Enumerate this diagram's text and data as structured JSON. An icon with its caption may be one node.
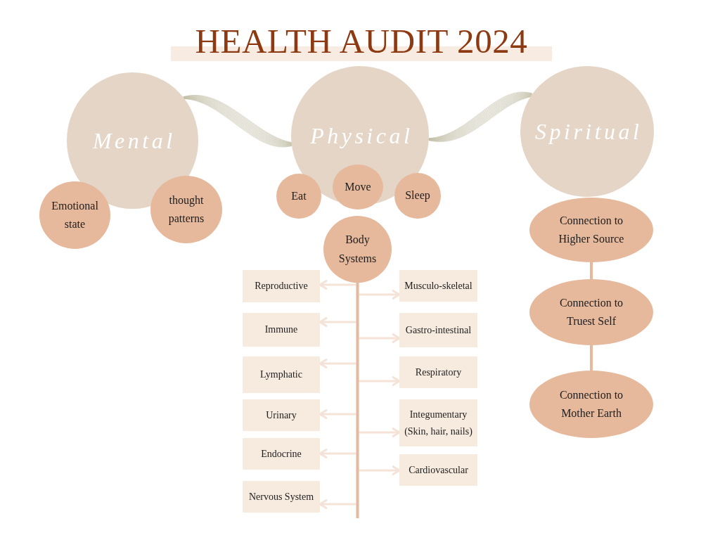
{
  "diagram": {
    "title": "HEALTH AUDIT 2024",
    "nodes": [
      {
        "text": [
          "Mental"
        ]
      },
      {
        "text": [
          "Physical"
        ]
      },
      {
        "text": [
          "Spiritual"
        ]
      },
      {
        "text": [
          "Emotional state"
        ]
      },
      {
        "text": [
          "thought patterns"
        ]
      },
      {
        "text": [
          "Eat"
        ]
      },
      {
        "text": [
          "Move"
        ]
      },
      {
        "text": [
          "Sleep"
        ]
      },
      {
        "text": [
          "Body Systems"
        ]
      },
      {
        "text": [
          "Reproductive"
        ]
      },
      {
        "text": [
          "Musculo-skeletal"
        ]
      },
      {
        "text": [
          "Immune"
        ]
      },
      {
        "text": [
          "Gastro-intestinal"
        ]
      },
      {
        "text": [
          "Lymphatic"
        ]
      },
      {
        "text": [
          "Respiratory"
        ]
      },
      {
        "text": [
          "Urinary"
        ]
      },
      {
        "text": [
          "Integumentary (Skin, hair, nails)"
        ]
      },
      {
        "text": [
          "Endocrine"
        ]
      },
      {
        "text": [
          "Cardiovascular"
        ]
      },
      {
        "text": [
          "Nervous System"
        ]
      },
      {
        "text": [
          "Connection to Higher Source"
        ]
      },
      {
        "text": [
          "Connection to Truest Self"
        ]
      },
      {
        "text": [
          "Connection to Mother Earth"
        ]
      }
    ],
    "edges": [
      {
        "from": 0,
        "to": 1,
        "arrow": "none",
        "color": "#bdb89e"
      },
      {
        "from": 1,
        "to": 2,
        "arrow": "none",
        "color": "#bdb89e"
      },
      {
        "from": 8,
        "to": 9,
        "arrow": "to"
      },
      {
        "from": 8,
        "to": 10,
        "arrow": "to"
      },
      {
        "from": 8,
        "to": 11,
        "arrow": "to"
      },
      {
        "from": 8,
        "to": 12,
        "arrow": "to"
      },
      {
        "from": 8,
        "to": 13,
        "arrow": "to"
      },
      {
        "from": 8,
        "to": 14,
        "arrow": "to"
      },
      {
        "from": 8,
        "to": 15,
        "arrow": "to"
      },
      {
        "from": 8,
        "to": 16,
        "arrow": "to"
      },
      {
        "from": 8,
        "to": 17,
        "arrow": "to"
      },
      {
        "from": 8,
        "to": 18,
        "arrow": "to"
      },
      {
        "from": 8,
        "to": 19,
        "arrow": "to"
      },
      {
        "from": 20,
        "to": 21,
        "arrow": "none",
        "color": "#e6b89c"
      },
      {
        "from": 21,
        "to": 22,
        "arrow": "none",
        "color": "#e6b89c"
      }
    ]
  }
}
